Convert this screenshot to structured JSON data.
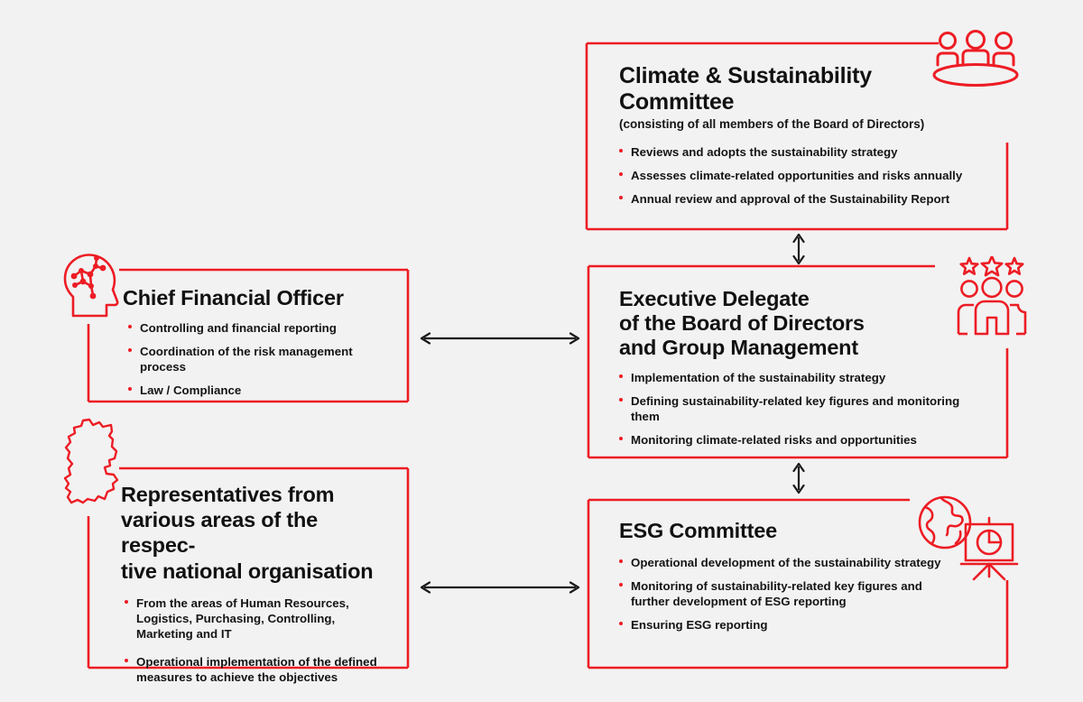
{
  "meta": {
    "accent_red": "#ed1c24",
    "text_color": "#111111",
    "background": "#f2f2f2"
  },
  "boxes": {
    "climate_committee": {
      "title": "Climate & Sustainability Committee",
      "subtitle": "(consisting of all members of the Board of Directors)",
      "bullets": [
        "Reviews and adopts the sustainability strategy",
        "Assesses climate-related opportunities and risks annually",
        "Annual review and approval of the Sustainability Report"
      ],
      "icon": "meeting-people-icon"
    },
    "executive_delegate": {
      "title": "Executive Delegate of the Board of Directors and Group Management",
      "title_line1": "Executive Delegate",
      "title_line2": "of the Board of Directors",
      "title_line3": "and Group Management",
      "bullets": [
        "Implementation of the sustainability strategy",
        "Defining sustainability-related key figures and monitoring them",
        "Monitoring climate-related risks and opportunities"
      ],
      "icon": "three-people-stars-icon"
    },
    "esg_committee": {
      "title": "ESG Committee",
      "bullets": [
        "Operational development of the sustainability strategy",
        "Monitoring of sustainability-related key figures and further development of ESG reporting",
        "Ensuring ESG reporting"
      ],
      "icon": "globe-presentation-icon"
    },
    "cfo": {
      "title": "Chief Financial Officer",
      "bullets": [
        "Controlling and financial reporting",
        "Coordination of the risk management process",
        "Law / Compliance"
      ],
      "icon": "head-network-icon"
    },
    "representatives": {
      "title": "Representatives from various areas of the respec-tive national organisation",
      "title_line1": "Representatives from",
      "title_line2": "various areas of the respec-",
      "title_line3": "tive national organisation",
      "bullets": [
        "From the areas of Human Resources, Logistics, Purchasing, Controlling, Marketing and IT",
        "Operational implementation of the defined measures to achieve the objectives"
      ],
      "icon": "germany-map-icon"
    }
  },
  "connectors": [
    {
      "name": "climate-to-executive",
      "type": "vertical-double-arrow"
    },
    {
      "name": "executive-to-esg",
      "type": "vertical-double-arrow"
    },
    {
      "name": "cfo-to-executive",
      "type": "horizontal-double-arrow"
    },
    {
      "name": "representatives-to-esg",
      "type": "horizontal-double-arrow"
    }
  ]
}
